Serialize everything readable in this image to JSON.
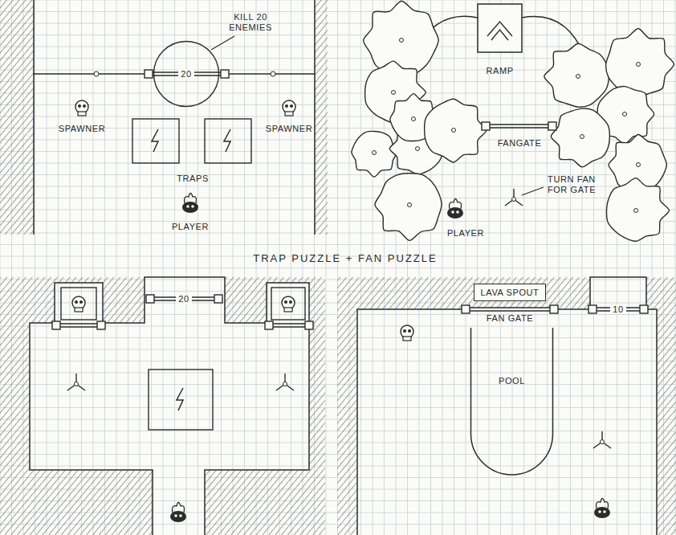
{
  "diagram": {
    "title": "TRAP PUZZLE + FAN PUZZLE",
    "nodes": [
      {
        "text": [
          "20"
        ]
      },
      {
        "text": [
          "RAMP"
        ]
      },
      {
        "text": [
          "LAVA SPOUT"
        ]
      },
      {
        "text": [
          "POOL"
        ]
      }
    ],
    "labels": [
      "KILL 20 ENEMIES",
      "SPAWNER",
      "SPAWNER",
      "TRAPS",
      "PLAYER",
      "FANGATE",
      "TURN FAN FOR GATE",
      "PLAYER",
      "20",
      "FAN GATE",
      "10"
    ]
  }
}
